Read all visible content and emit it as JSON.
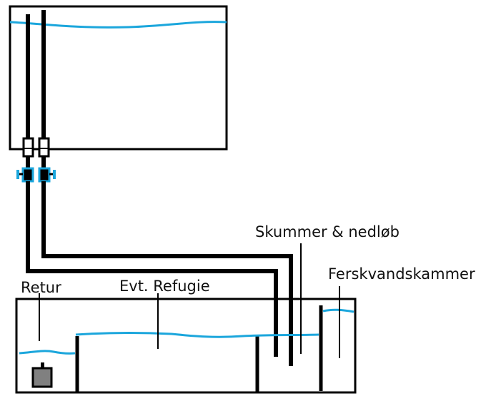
{
  "labels": {
    "skimmer": "Skummer & nedløb",
    "freshwater": "Ferskvandskammer",
    "return": "Retur",
    "refugium": "Evt. Refugie"
  },
  "colors": {
    "line": "#000000",
    "water": "#1BA6DC",
    "valve_body": "#1BA6DC",
    "pump": "#808080",
    "background": "#ffffff"
  },
  "components": {
    "display_tank": "display-tank",
    "sump": "sump",
    "pump": "return-pump",
    "valves": [
      "valve-left",
      "valve-right"
    ]
  }
}
